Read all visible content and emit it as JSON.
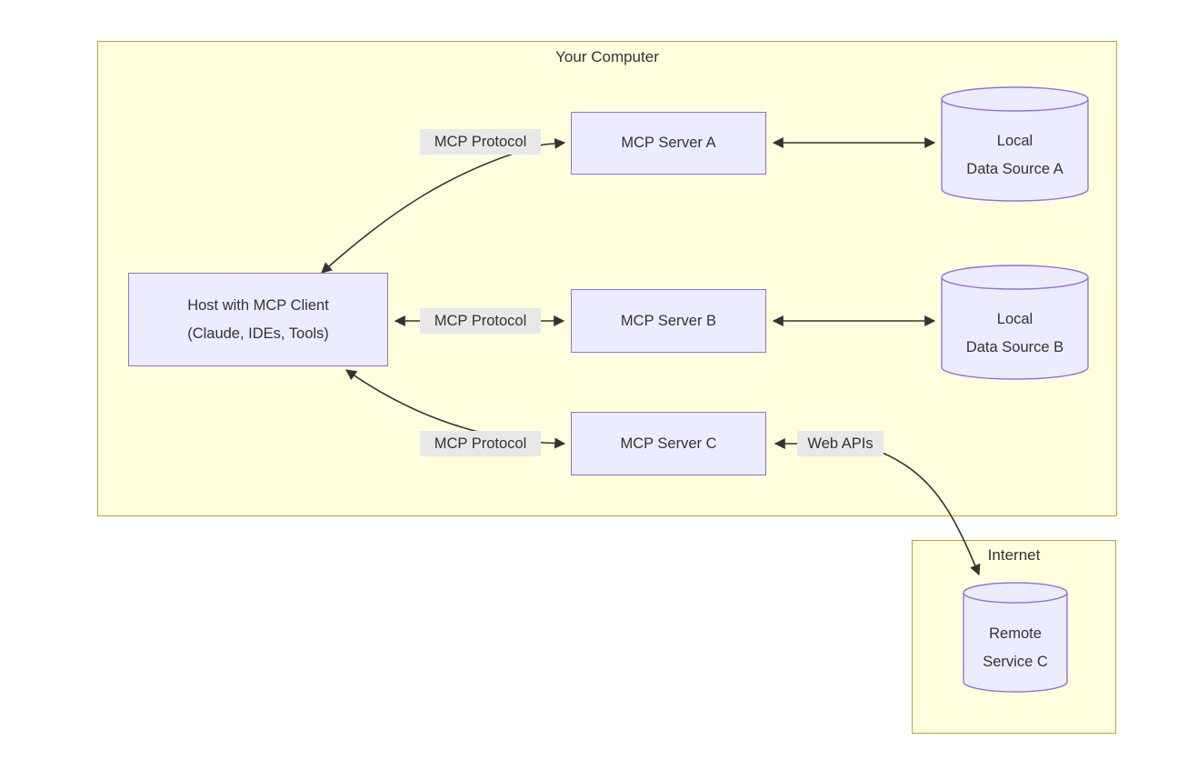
{
  "diagram": {
    "clusters": {
      "your_computer": {
        "label": "Your Computer"
      },
      "internet": {
        "label": "Internet"
      }
    },
    "nodes": {
      "host": {
        "line1": "Host with MCP Client",
        "line2": "(Claude, IDEs, Tools)"
      },
      "server_a": {
        "label": "MCP Server A"
      },
      "server_b": {
        "label": "MCP Server B"
      },
      "server_c": {
        "label": "MCP Server C"
      },
      "data_source_a": {
        "line1": "Local",
        "line2": "Data Source A"
      },
      "data_source_b": {
        "line1": "Local",
        "line2": "Data Source B"
      },
      "remote_service_c": {
        "line1": "Remote",
        "line2": "Service C"
      }
    },
    "edge_labels": {
      "host_server_a": "MCP Protocol",
      "host_server_b": "MCP Protocol",
      "host_server_c": "MCP Protocol",
      "server_c_remote": "Web APIs"
    },
    "colors": {
      "cluster_fill": "#ffffde",
      "cluster_stroke": "#aaaa33",
      "node_fill": "#ececff",
      "node_stroke": "#9370db",
      "edge": "#333333",
      "edge_label_bg": "#e8e8e8",
      "text": "#333333"
    }
  }
}
